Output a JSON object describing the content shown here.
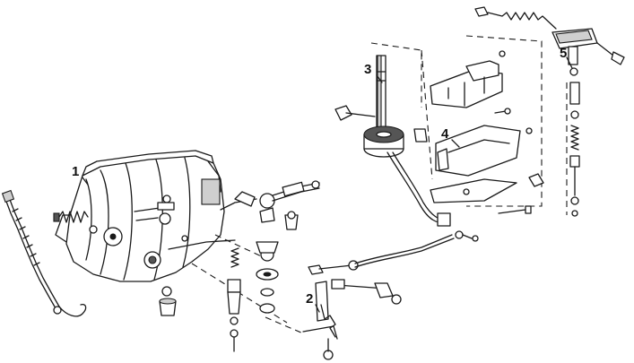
{
  "callouts": {
    "c1": "1",
    "c2": "2",
    "c3": "3",
    "c4": "4",
    "c5": "5"
  },
  "colors": {
    "background": "#ffffff",
    "ink": "#1a1a1a",
    "shade": "#cfcfcf"
  }
}
